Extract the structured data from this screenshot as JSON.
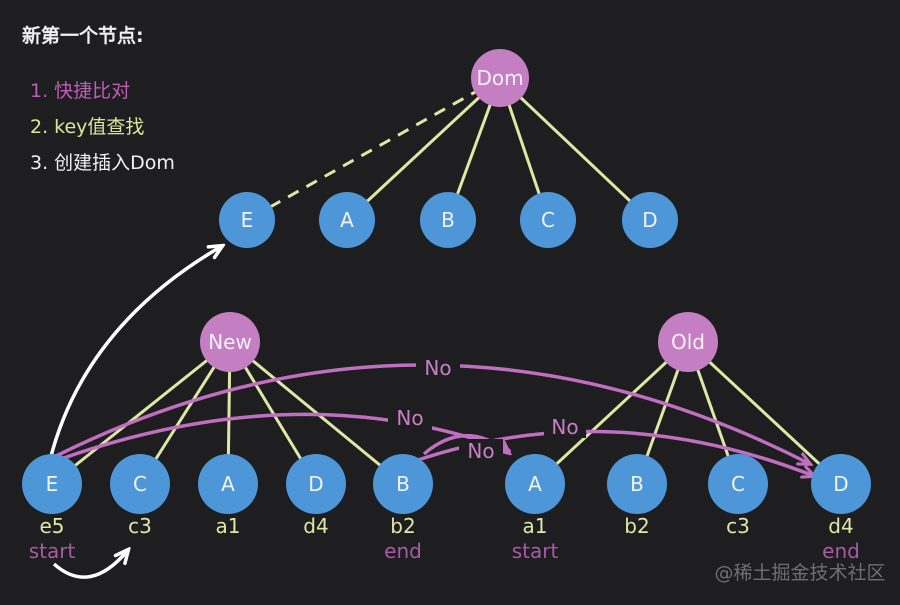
{
  "header": {
    "title": "新第一个节点:"
  },
  "steps": [
    {
      "text": "1. 快捷比对",
      "color": "#c05cb8"
    },
    {
      "text": "2. key值查找",
      "color": "#d9e79b"
    },
    {
      "text": "3. 创建插入Dom",
      "color": "#f0f0f0"
    }
  ],
  "dom_tree": {
    "root": "Dom",
    "children": [
      "E",
      "A",
      "B",
      "C",
      "D"
    ]
  },
  "new_tree": {
    "root": "New",
    "children": [
      {
        "label": "E",
        "key": "e5",
        "pointer": "start"
      },
      {
        "label": "C",
        "key": "c3",
        "pointer": ""
      },
      {
        "label": "A",
        "key": "a1",
        "pointer": ""
      },
      {
        "label": "D",
        "key": "d4",
        "pointer": ""
      },
      {
        "label": "B",
        "key": "b2",
        "pointer": "end"
      }
    ]
  },
  "old_tree": {
    "root": "Old",
    "children": [
      {
        "label": "A",
        "key": "a1",
        "pointer": "start"
      },
      {
        "label": "B",
        "key": "b2",
        "pointer": ""
      },
      {
        "label": "C",
        "key": "c3",
        "pointer": ""
      },
      {
        "label": "D",
        "key": "d4",
        "pointer": "end"
      }
    ]
  },
  "comparisons": [
    {
      "from": "E(new start)",
      "to": "D(old end)",
      "label": "No"
    },
    {
      "from": "E(new start)",
      "to": "A(old start)",
      "label": "No"
    },
    {
      "from": "B(new end)",
      "to": "D(old end)",
      "label": "No"
    },
    {
      "from": "B(new end)",
      "to": "A(old start)",
      "label": "No"
    }
  ],
  "white_arrows": [
    {
      "from": "E(new first node)",
      "to": "E(dom tree)"
    },
    {
      "from": "e5 start",
      "to": "c3"
    }
  ],
  "watermark": "@稀土掘金技术社区",
  "colors": {
    "background": "#1e1e20",
    "node_blue": "#4d97d8",
    "node_pink": "#c47fc3",
    "edge_green": "#dde8a4",
    "compare_pink": "#c06ec0",
    "pointer_text": "#a85aa5",
    "step_pink": "#c05cb8",
    "step_green": "#d9e79b",
    "watermark_gray": "#6f6f6f"
  }
}
